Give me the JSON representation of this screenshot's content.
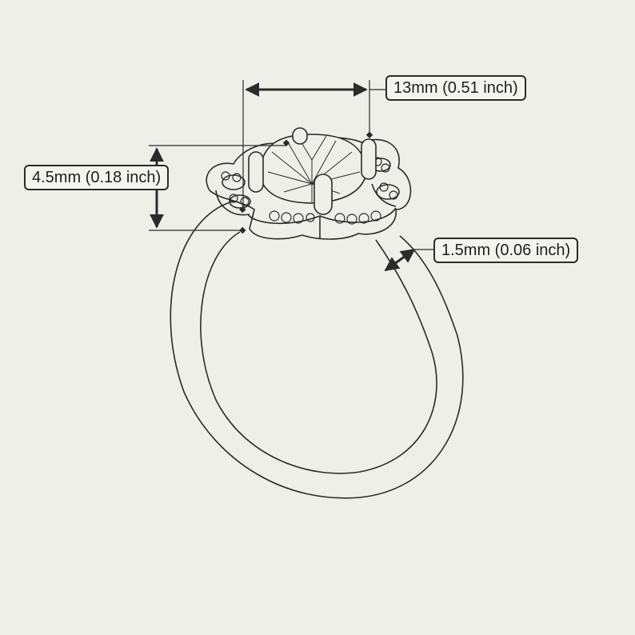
{
  "title": "",
  "colors": {
    "background": "#eeefe9",
    "line": "#2b2b2b",
    "label_fill": "#f4f4ef"
  },
  "dimensions": {
    "head_width": "13mm (0.51 inch)",
    "head_height": "4.5mm (0.18 inch)",
    "band_width": "1.5mm (0.06 inch)"
  }
}
